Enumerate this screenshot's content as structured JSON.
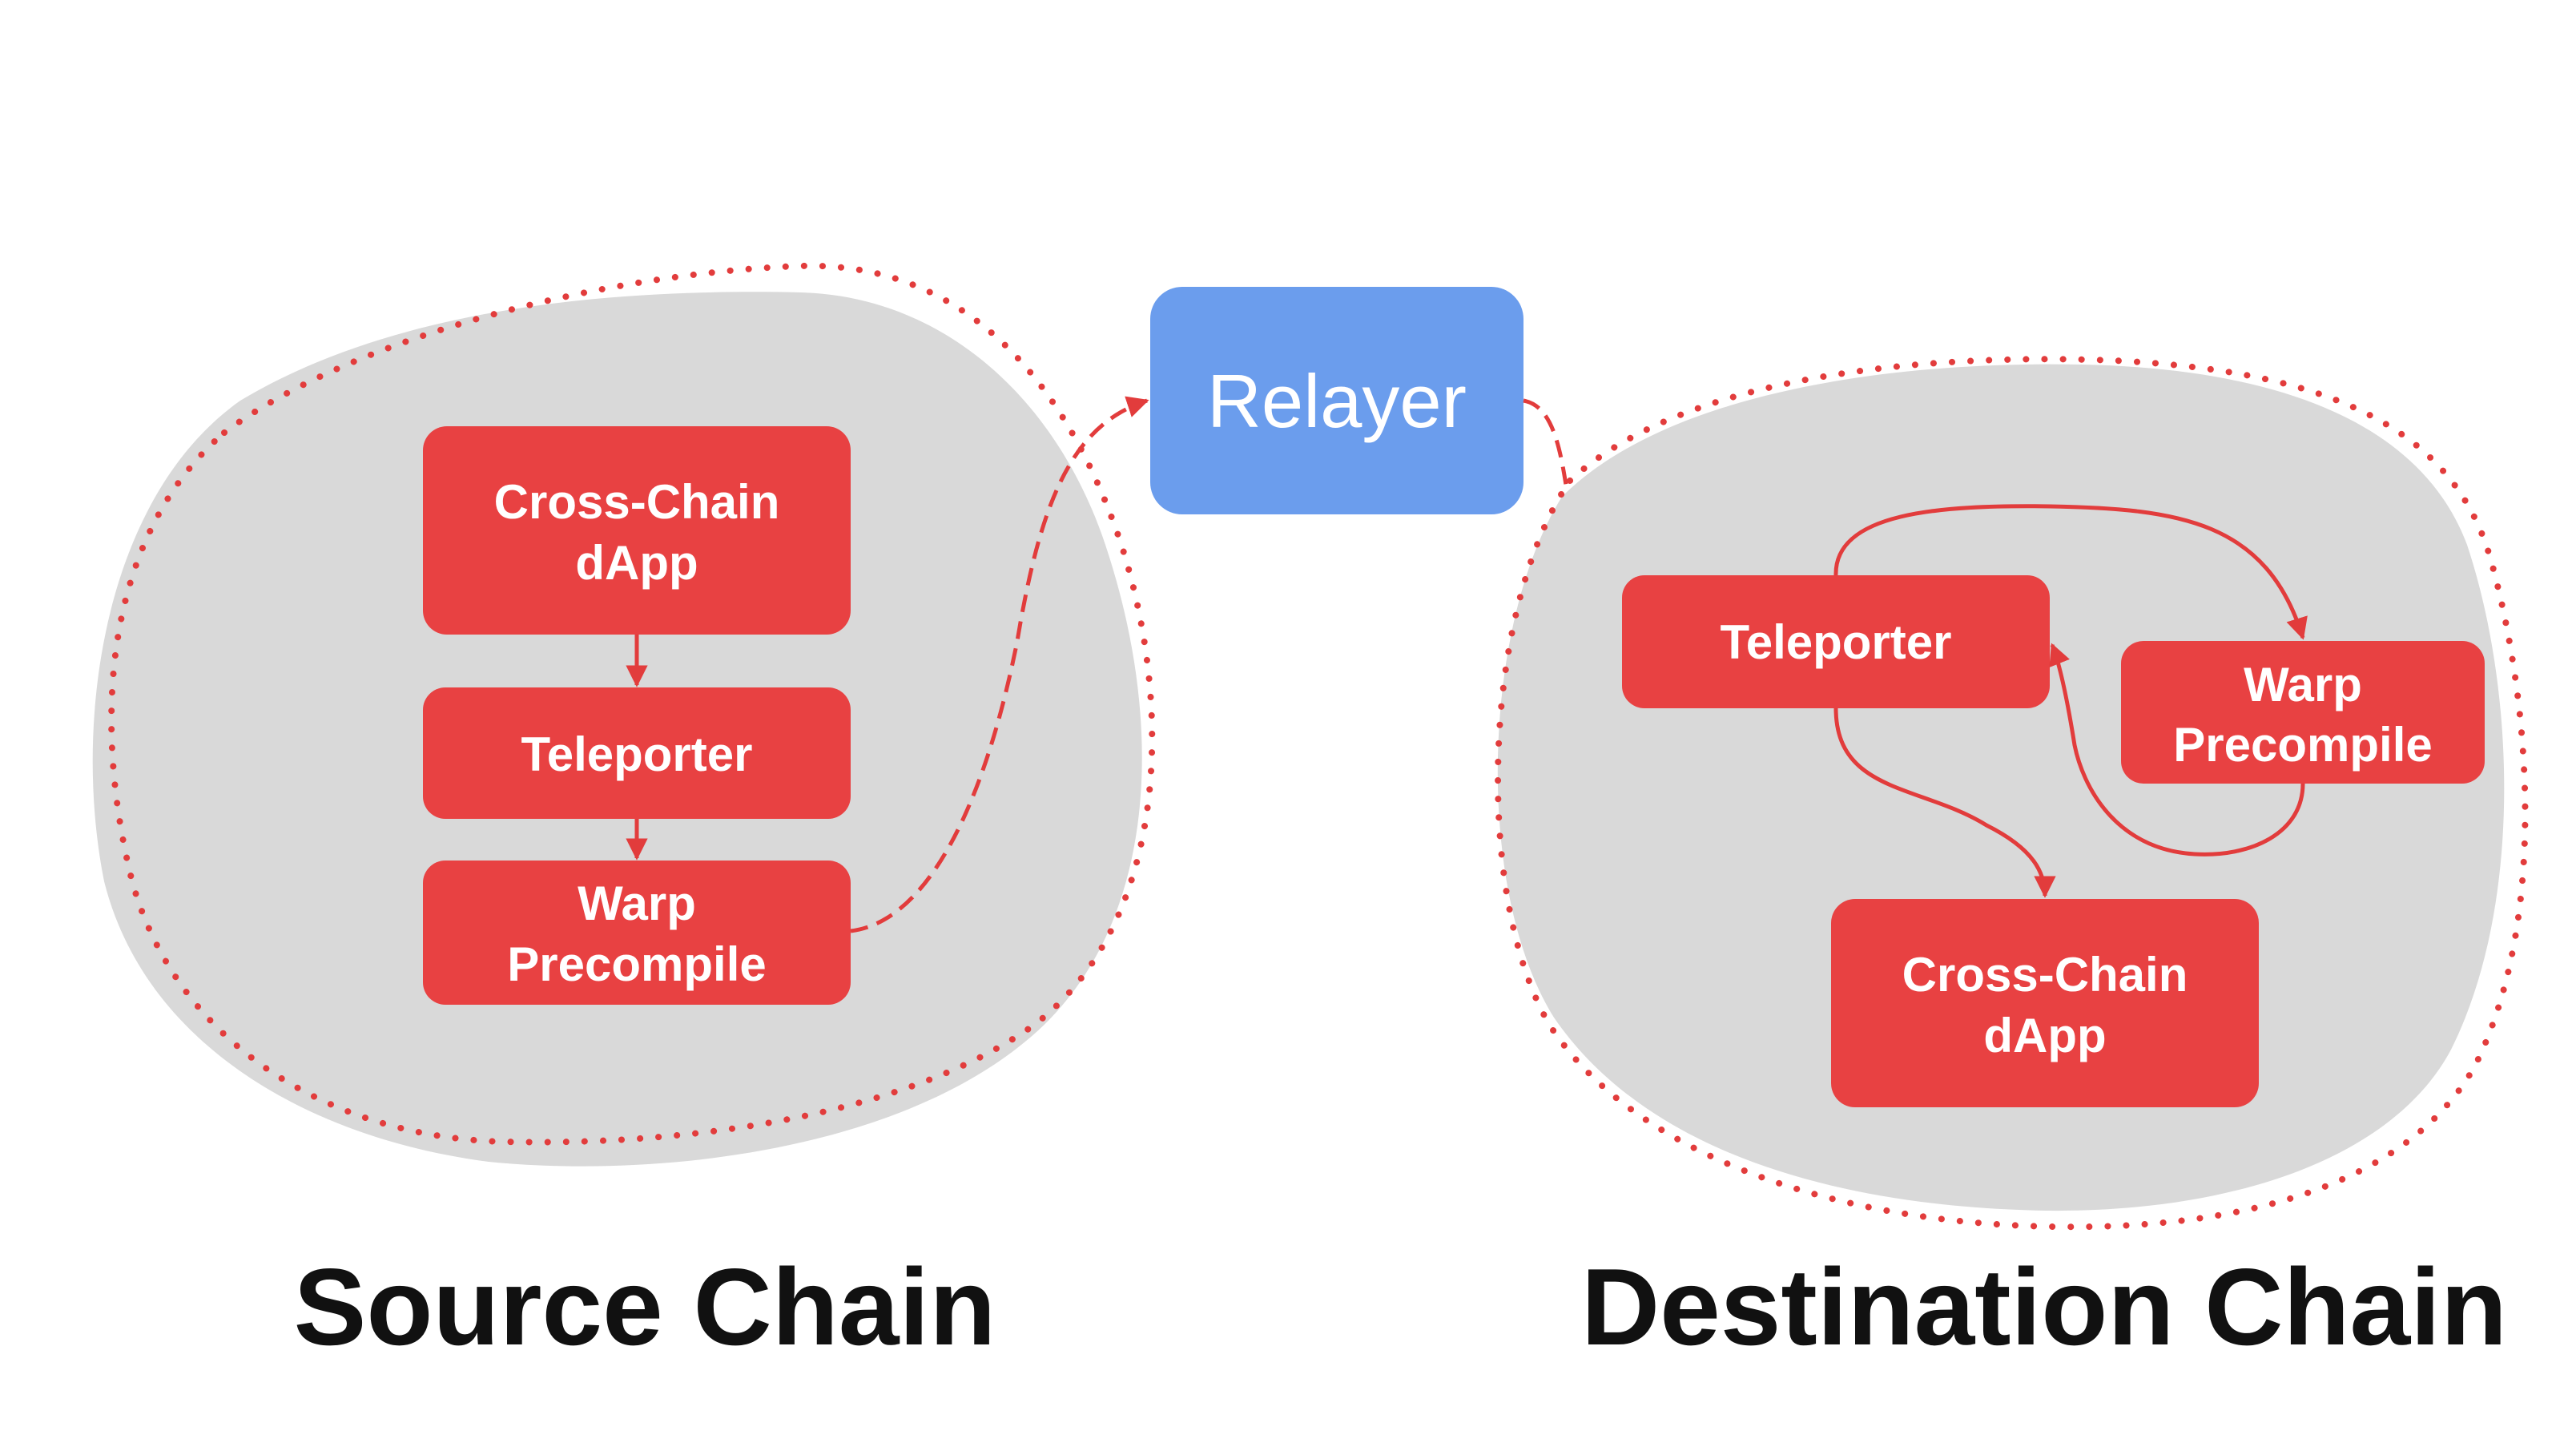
{
  "colors": {
    "blob_fill": "#d9d9d9",
    "node_fill": "#e84142",
    "relayer_fill": "#6b9ded",
    "arrow": "#e23c3c",
    "label": "#111111"
  },
  "source_chain": {
    "label": "Source Chain",
    "cross_chain_dapp": [
      "Cross-Chain",
      "dApp"
    ],
    "teleporter": "Teleporter",
    "warp_precompile": [
      "Warp",
      "Precompile"
    ]
  },
  "relayer": {
    "label": "Relayer"
  },
  "destination_chain": {
    "label": "Destination Chain",
    "teleporter": "Teleporter",
    "warp_precompile": [
      "Warp",
      "Precompile"
    ],
    "cross_chain_dapp": [
      "Cross-Chain",
      "dApp"
    ]
  }
}
